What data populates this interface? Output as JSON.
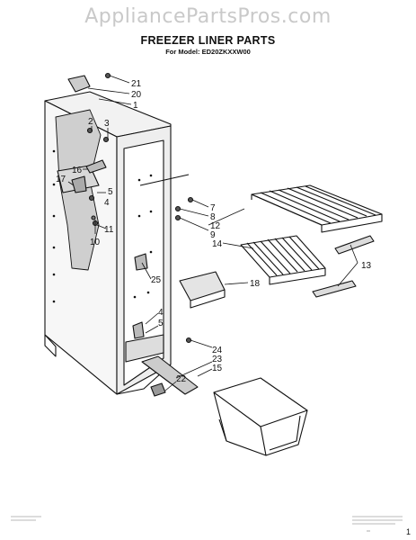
{
  "watermark": "AppliancePartsPros.com",
  "title": "FREEZER LINER PARTS",
  "subtitle": "For Model: ED20ZKXXW00",
  "callouts": [
    {
      "id": "c21",
      "text": "21"
    },
    {
      "id": "c20",
      "text": "20"
    },
    {
      "id": "c1",
      "text": "1"
    },
    {
      "id": "c2",
      "text": "2"
    },
    {
      "id": "c3",
      "text": "3"
    },
    {
      "id": "c16",
      "text": "16"
    },
    {
      "id": "c17",
      "text": "17"
    },
    {
      "id": "c5a",
      "text": "5"
    },
    {
      "id": "c4a",
      "text": "4"
    },
    {
      "id": "c11",
      "text": "11"
    },
    {
      "id": "c10",
      "text": "10"
    },
    {
      "id": "c7",
      "text": "7"
    },
    {
      "id": "c8",
      "text": "8"
    },
    {
      "id": "c12",
      "text": "12"
    },
    {
      "id": "c9",
      "text": "9"
    },
    {
      "id": "c14",
      "text": "14"
    },
    {
      "id": "c13",
      "text": "13"
    },
    {
      "id": "c25",
      "text": "25"
    },
    {
      "id": "c18",
      "text": "18"
    },
    {
      "id": "c4b",
      "text": "4"
    },
    {
      "id": "c5b",
      "text": "5"
    },
    {
      "id": "c24",
      "text": "24"
    },
    {
      "id": "c23",
      "text": "23"
    },
    {
      "id": "c15",
      "text": "15"
    },
    {
      "id": "c22",
      "text": "22"
    }
  ],
  "footer": {
    "corner_mark": "1"
  }
}
